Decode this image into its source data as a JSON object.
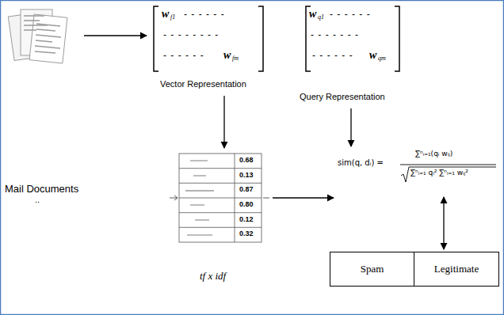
{
  "diagram": {
    "nodes": [
      {
        "text": [
          "Mail Documents",
          ".."
        ]
      },
      {
        "text": [
          "w",
          "f1",
          "- - - - - -",
          "- - - - - - - -",
          "- - - - - -",
          "w",
          "fm",
          "Vector Representation"
        ]
      },
      {
        "text": [
          "w",
          "q1",
          "- - - - - -",
          "- - - - - - -",
          "- - - - - -",
          "w",
          "qm",
          "Query Representation"
        ]
      },
      {
        "text": [
          "0.68",
          "0.13",
          "0.87",
          "0.80",
          "0.12",
          "0.32",
          "tf x idf"
        ]
      },
      {
        "text": [
          "sim(q, dᵢ) =",
          "∑ⁿᵢ₌₁(qᵢ wᵢⱼ)",
          "∑ⁿᵢ₌₁ qᵢ² ∑ⁿᵢ₌₁ wᵢⱼ²"
        ]
      },
      {
        "text": [
          "Spam"
        ]
      },
      {
        "text": [
          "Legitimate"
        ]
      }
    ],
    "edges": [
      {
        "from": 0,
        "to": 1,
        "arrow": "to"
      },
      {
        "from": 1,
        "to": 3,
        "arrow": "to"
      },
      {
        "from": 3,
        "to": 4,
        "arrow": "to"
      },
      {
        "from": 2,
        "to": 4,
        "arrow": "to"
      },
      {
        "from": 4,
        "to": 6,
        "arrow": "both"
      }
    ]
  }
}
